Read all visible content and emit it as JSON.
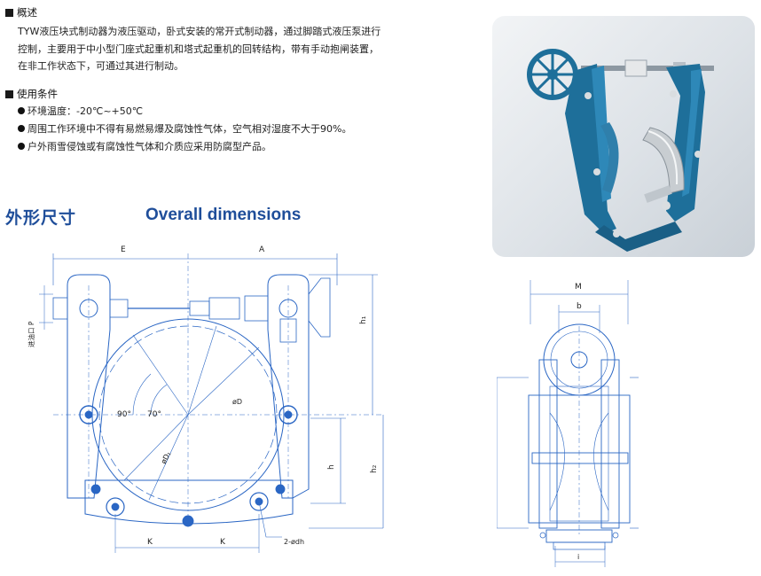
{
  "overview": {
    "heading": "概述",
    "lines": [
      "TYW液压块式制动器为液压驱动，卧式安装的常开式制动器，通过脚踏式液压泵进行",
      "控制，主要用于中小型门座式起重机和塔式起重机的回转结构，带有手动抱闸装置，",
      "在非工作状态下，可通过其进行制动。"
    ]
  },
  "conditions": {
    "heading": "使用条件",
    "items": [
      "环境温度：-20℃~+50℃",
      "周围工作环境中不得有易燃易爆及腐蚀性气体，空气相对湿度不大于90%。",
      "户外雨雪侵蚀或有腐蚀性气体和介质应采用防腐型产品。"
    ]
  },
  "dimensions_title": {
    "cn": "外形尺寸",
    "en": "Overall dimensions"
  },
  "front_view_labels": {
    "E": "E",
    "A": "A",
    "h1": "h₁",
    "h": "h",
    "h2": "h₂",
    "D": "øD",
    "D1": "øD₁",
    "angle90": "90°",
    "angle70": "70°",
    "K_left": "K",
    "K_right": "K",
    "holes": "2-ødh",
    "oil_port": "进油口 P"
  },
  "side_view_labels": {
    "M": "M",
    "b": "b",
    "i": "i"
  },
  "colors": {
    "title_blue": "#1f4e9a",
    "drawing_blue": "#2a66c4",
    "brake_teal": "#1e6f9a"
  }
}
